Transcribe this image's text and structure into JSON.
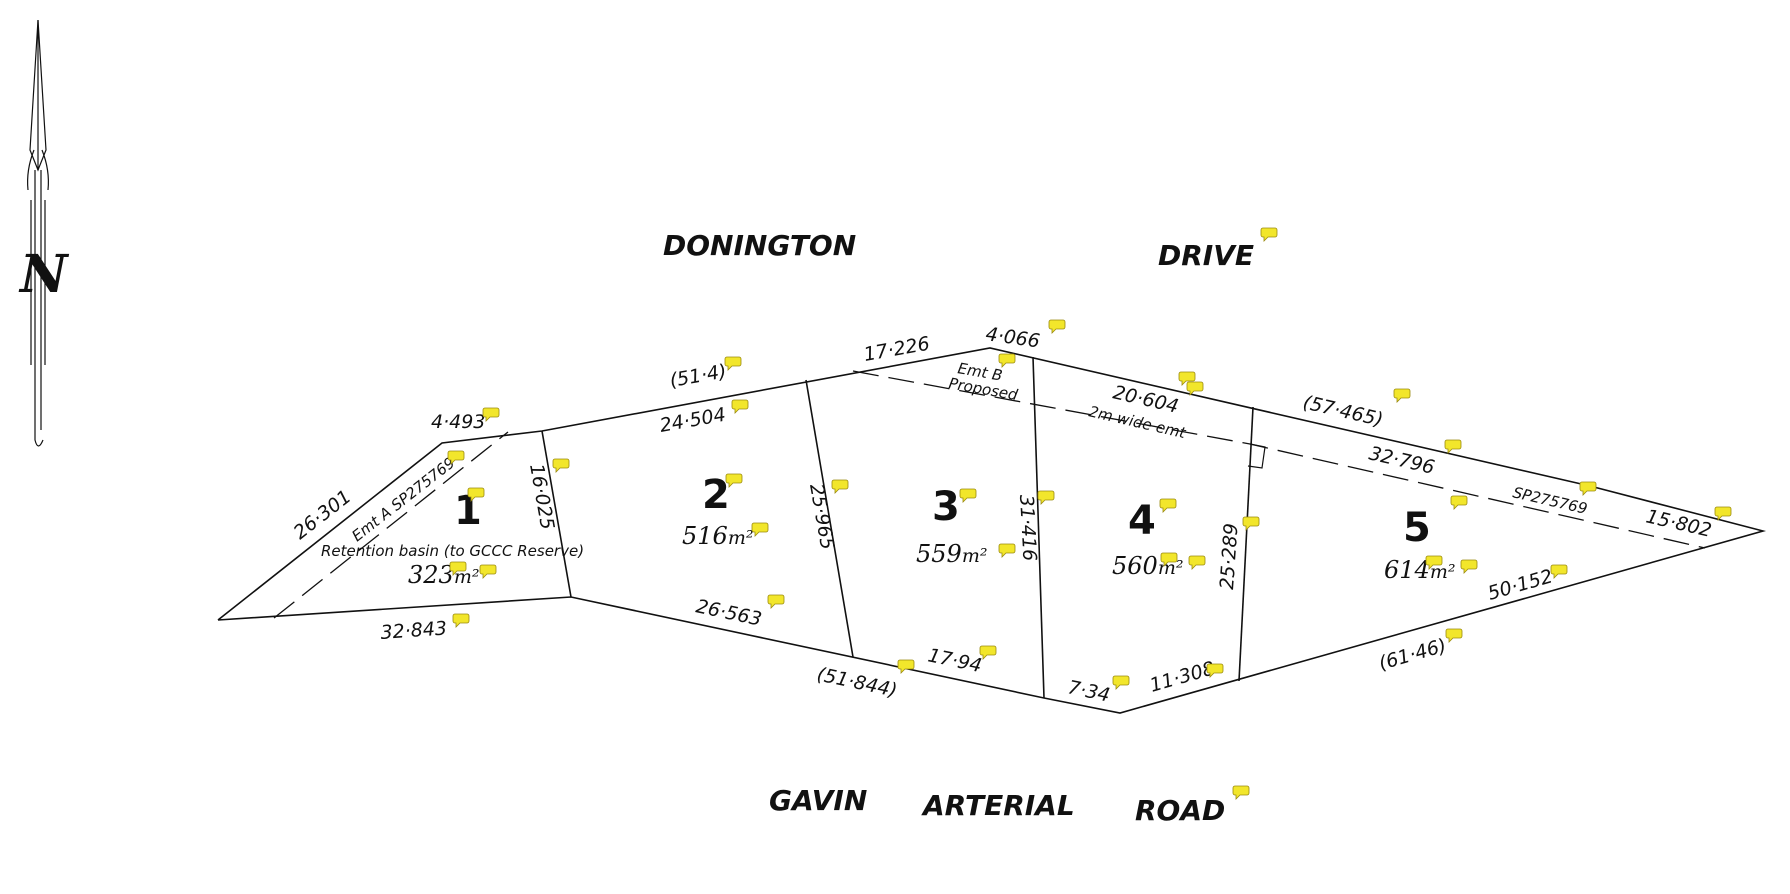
{
  "roads": {
    "donington": "DONINGTON",
    "drive": "DRIVE",
    "gavin": "GAVIN",
    "arterial": "ARTERIAL",
    "road": "ROAD"
  },
  "north_arrow": {
    "icon": "north-arrow-icon",
    "letter": "N"
  },
  "lots": [
    {
      "number": "1",
      "area": "323",
      "unit": "m²"
    },
    {
      "number": "2",
      "area": "516",
      "unit": "m²"
    },
    {
      "number": "3",
      "area": "559",
      "unit": "m²"
    },
    {
      "number": "4",
      "area": "560",
      "unit": "m²"
    },
    {
      "number": "5",
      "area": "614",
      "unit": "m²"
    }
  ],
  "dimensions": {
    "d26_301": "26·301",
    "d4_493": "4·493",
    "d51_4": "(51·4)",
    "d24_504": "24·504",
    "d17_226": "17·226",
    "d4_066": "4·066",
    "d20_604": "20·604",
    "d57_465": "(57·465)",
    "d32_796": "32·796",
    "d15_802": "15·802",
    "d16_025": "16·025",
    "d25_965": "25·965",
    "d31_416": "31·416",
    "d25_289": "25·289",
    "d32_843": "32·843",
    "d26_563": "26·563",
    "d51_844": "(51·844)",
    "d17_94": "17·94",
    "d7_34": "7·34",
    "d11_308": "11·308",
    "d61_46": "(61·46)",
    "d50_152": "50·152"
  },
  "annotations": {
    "emt_a": "Emt A  SP275769",
    "retention": "Retention  basin (to GCCC Reserve)",
    "emt_b": "Emt B",
    "proposed": "Proposed",
    "wide_emt": "2m wide emt",
    "sp": "SP275769"
  },
  "comment_icon": "speech-bubble-icon"
}
